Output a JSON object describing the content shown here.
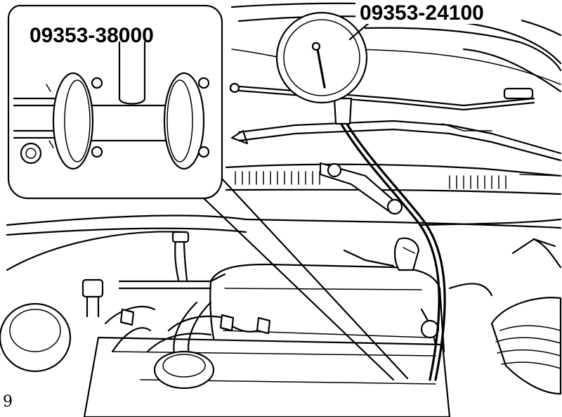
{
  "labels": {
    "adapter_part_number": "09353-38000",
    "gauge_part_number": "09353-24100",
    "corner_mark": "9"
  }
}
